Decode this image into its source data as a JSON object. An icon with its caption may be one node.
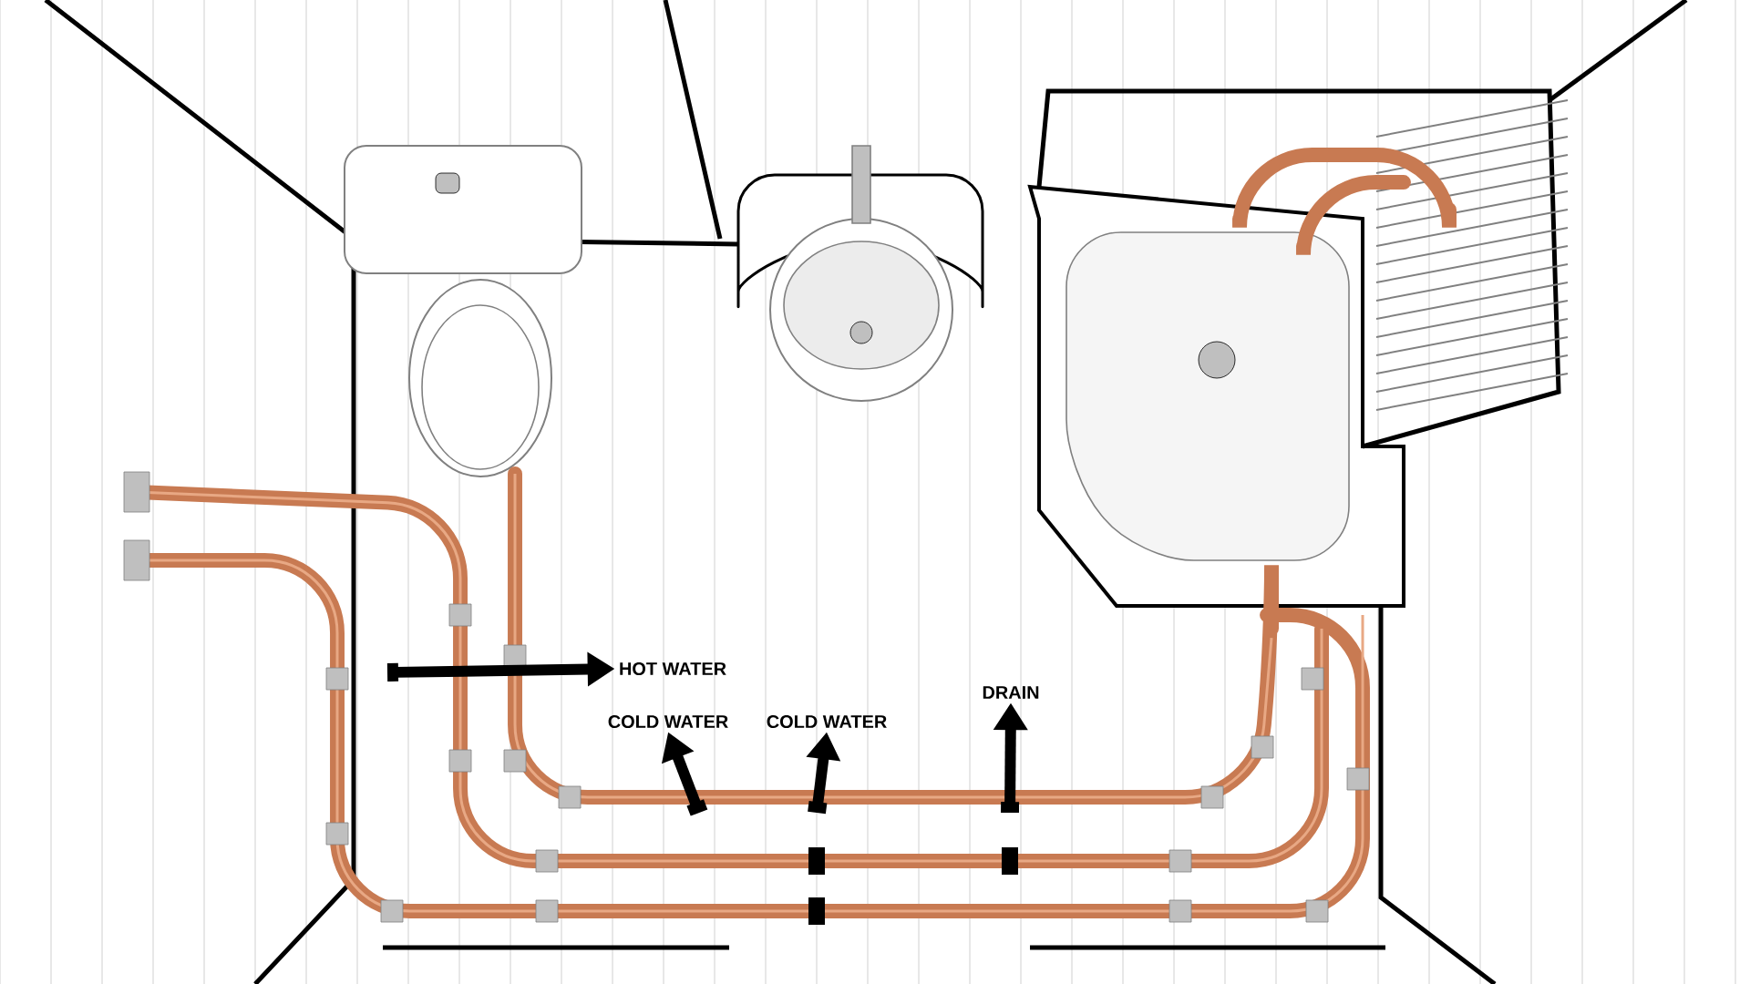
{
  "diagram": {
    "nodes": [
      {
        "text": [
          "HOT WATER"
        ]
      },
      {
        "text": [
          "COLD WATER"
        ]
      },
      {
        "text": [
          "COLD WATER"
        ]
      },
      {
        "text": [
          "DRAIN"
        ]
      }
    ],
    "edges": [
      {
        "from": null,
        "to": 0,
        "arrow": "to"
      },
      {
        "from": null,
        "to": 1,
        "arrow": "to"
      },
      {
        "from": null,
        "to": 2,
        "arrow": "to"
      },
      {
        "from": null,
        "to": 3,
        "arrow": "to"
      }
    ]
  }
}
